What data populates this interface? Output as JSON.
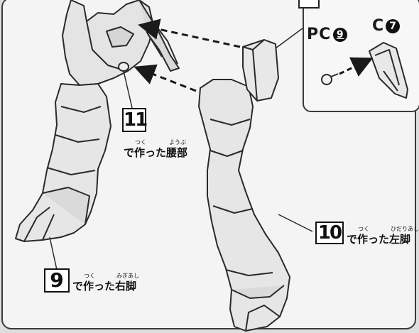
{
  "callout": {
    "pc_part": "PC",
    "pc_number": "9",
    "c_part": "C",
    "c_number": "7"
  },
  "steps": {
    "waist": {
      "number": "11",
      "caption": "で作った腰部",
      "ruby_a": "つく",
      "ruby_b": "ようぶ"
    },
    "left_leg": {
      "number": "10",
      "caption": "で作った左脚",
      "ruby_a": "つく",
      "ruby_b": "ひだりあし"
    },
    "right_leg": {
      "number": "9",
      "caption": "で作った右脚",
      "ruby_a": "つく",
      "ruby_b": "みぎあし"
    }
  },
  "colors": {
    "line": "#2a2a2a",
    "part_fill": "#e2e2e2",
    "page_bg": "#f4f4f4"
  }
}
